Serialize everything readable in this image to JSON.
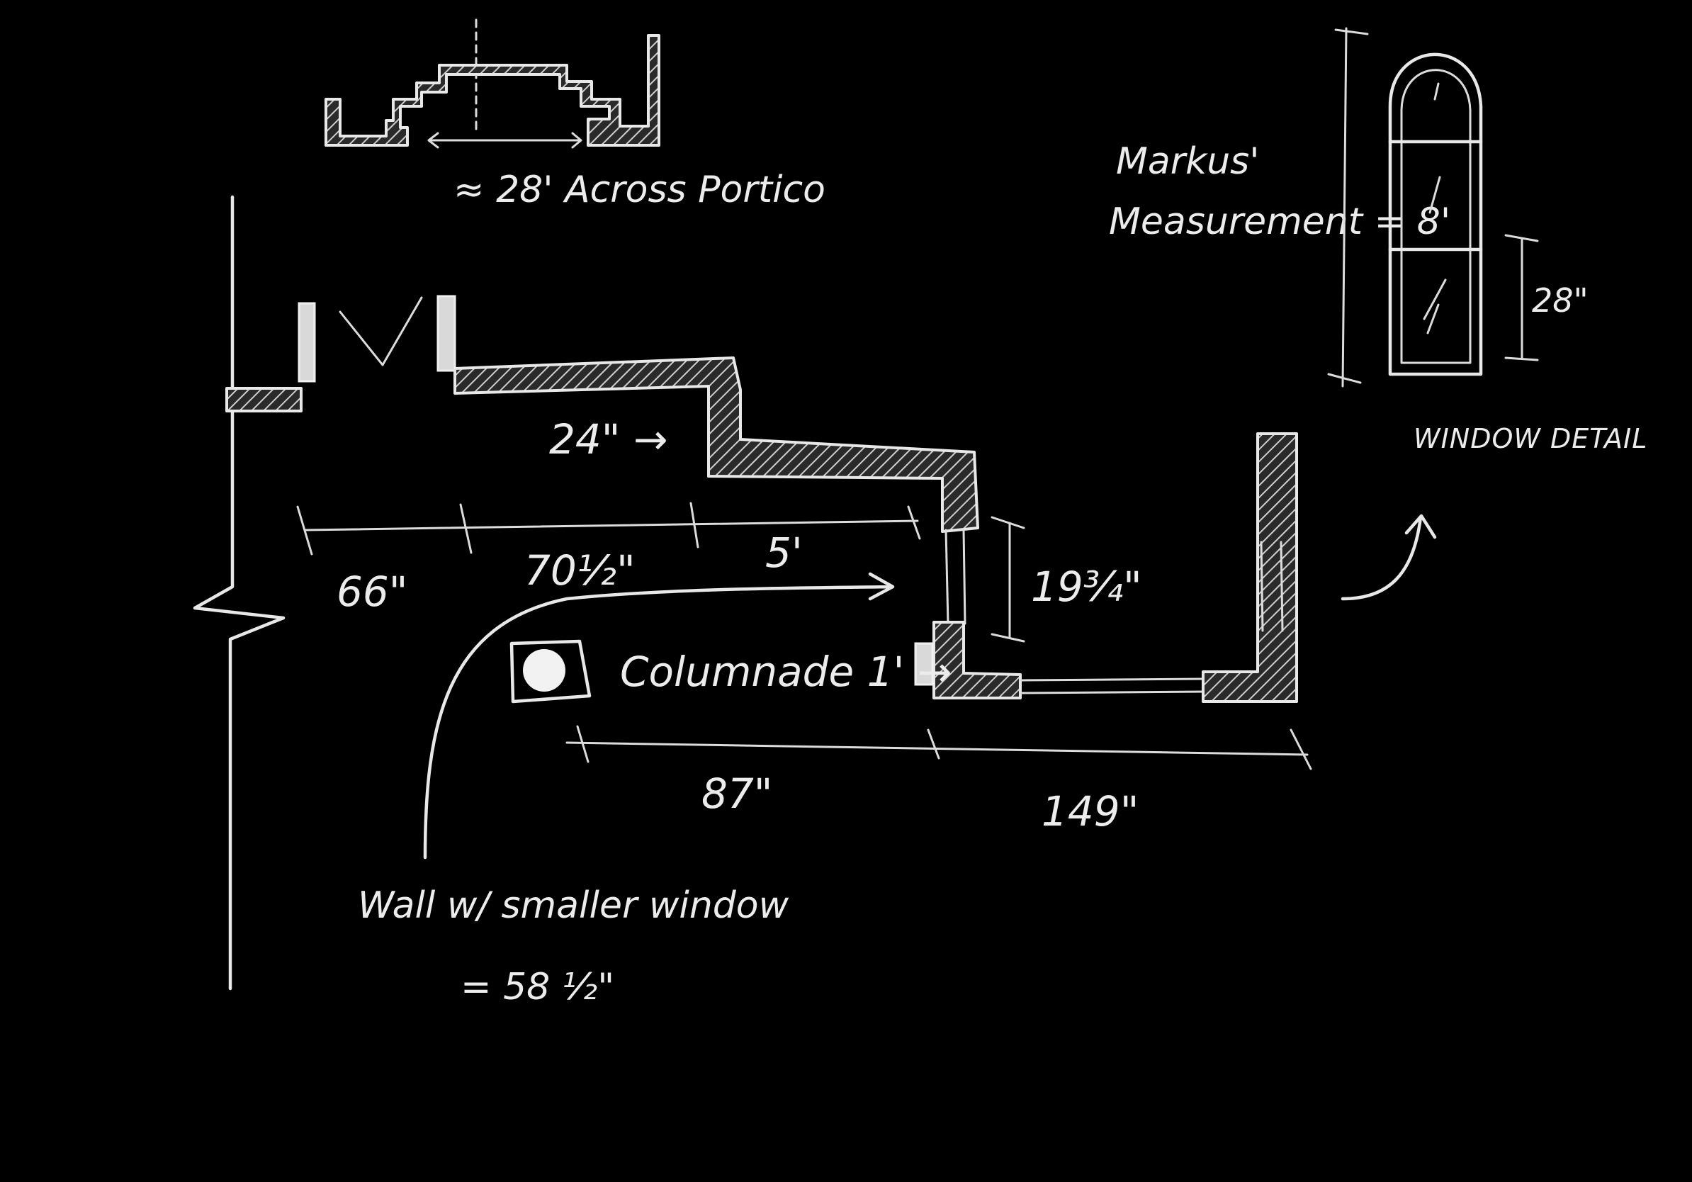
{
  "labels": {
    "portico": "≈ 28' Across Portico",
    "markus_line1": "Markus'",
    "markus_line2": "Measurement = 8'",
    "dim_24": "24\" →",
    "dim_66": "66\"",
    "dim_70": "70½\"",
    "dim_5": "5'",
    "dim_19": "19¾\"",
    "columnade": "Columnade 1' →",
    "dim_87": "87\"",
    "dim_149": "149\"",
    "dim_28": "28\"",
    "window_detail": "WINDOW DETAIL",
    "wall_line1": "Wall w/ smaller window",
    "wall_line2": "= 58 ½\""
  },
  "colors": {
    "background": "#000000",
    "chalk": "#e8e8e8"
  }
}
